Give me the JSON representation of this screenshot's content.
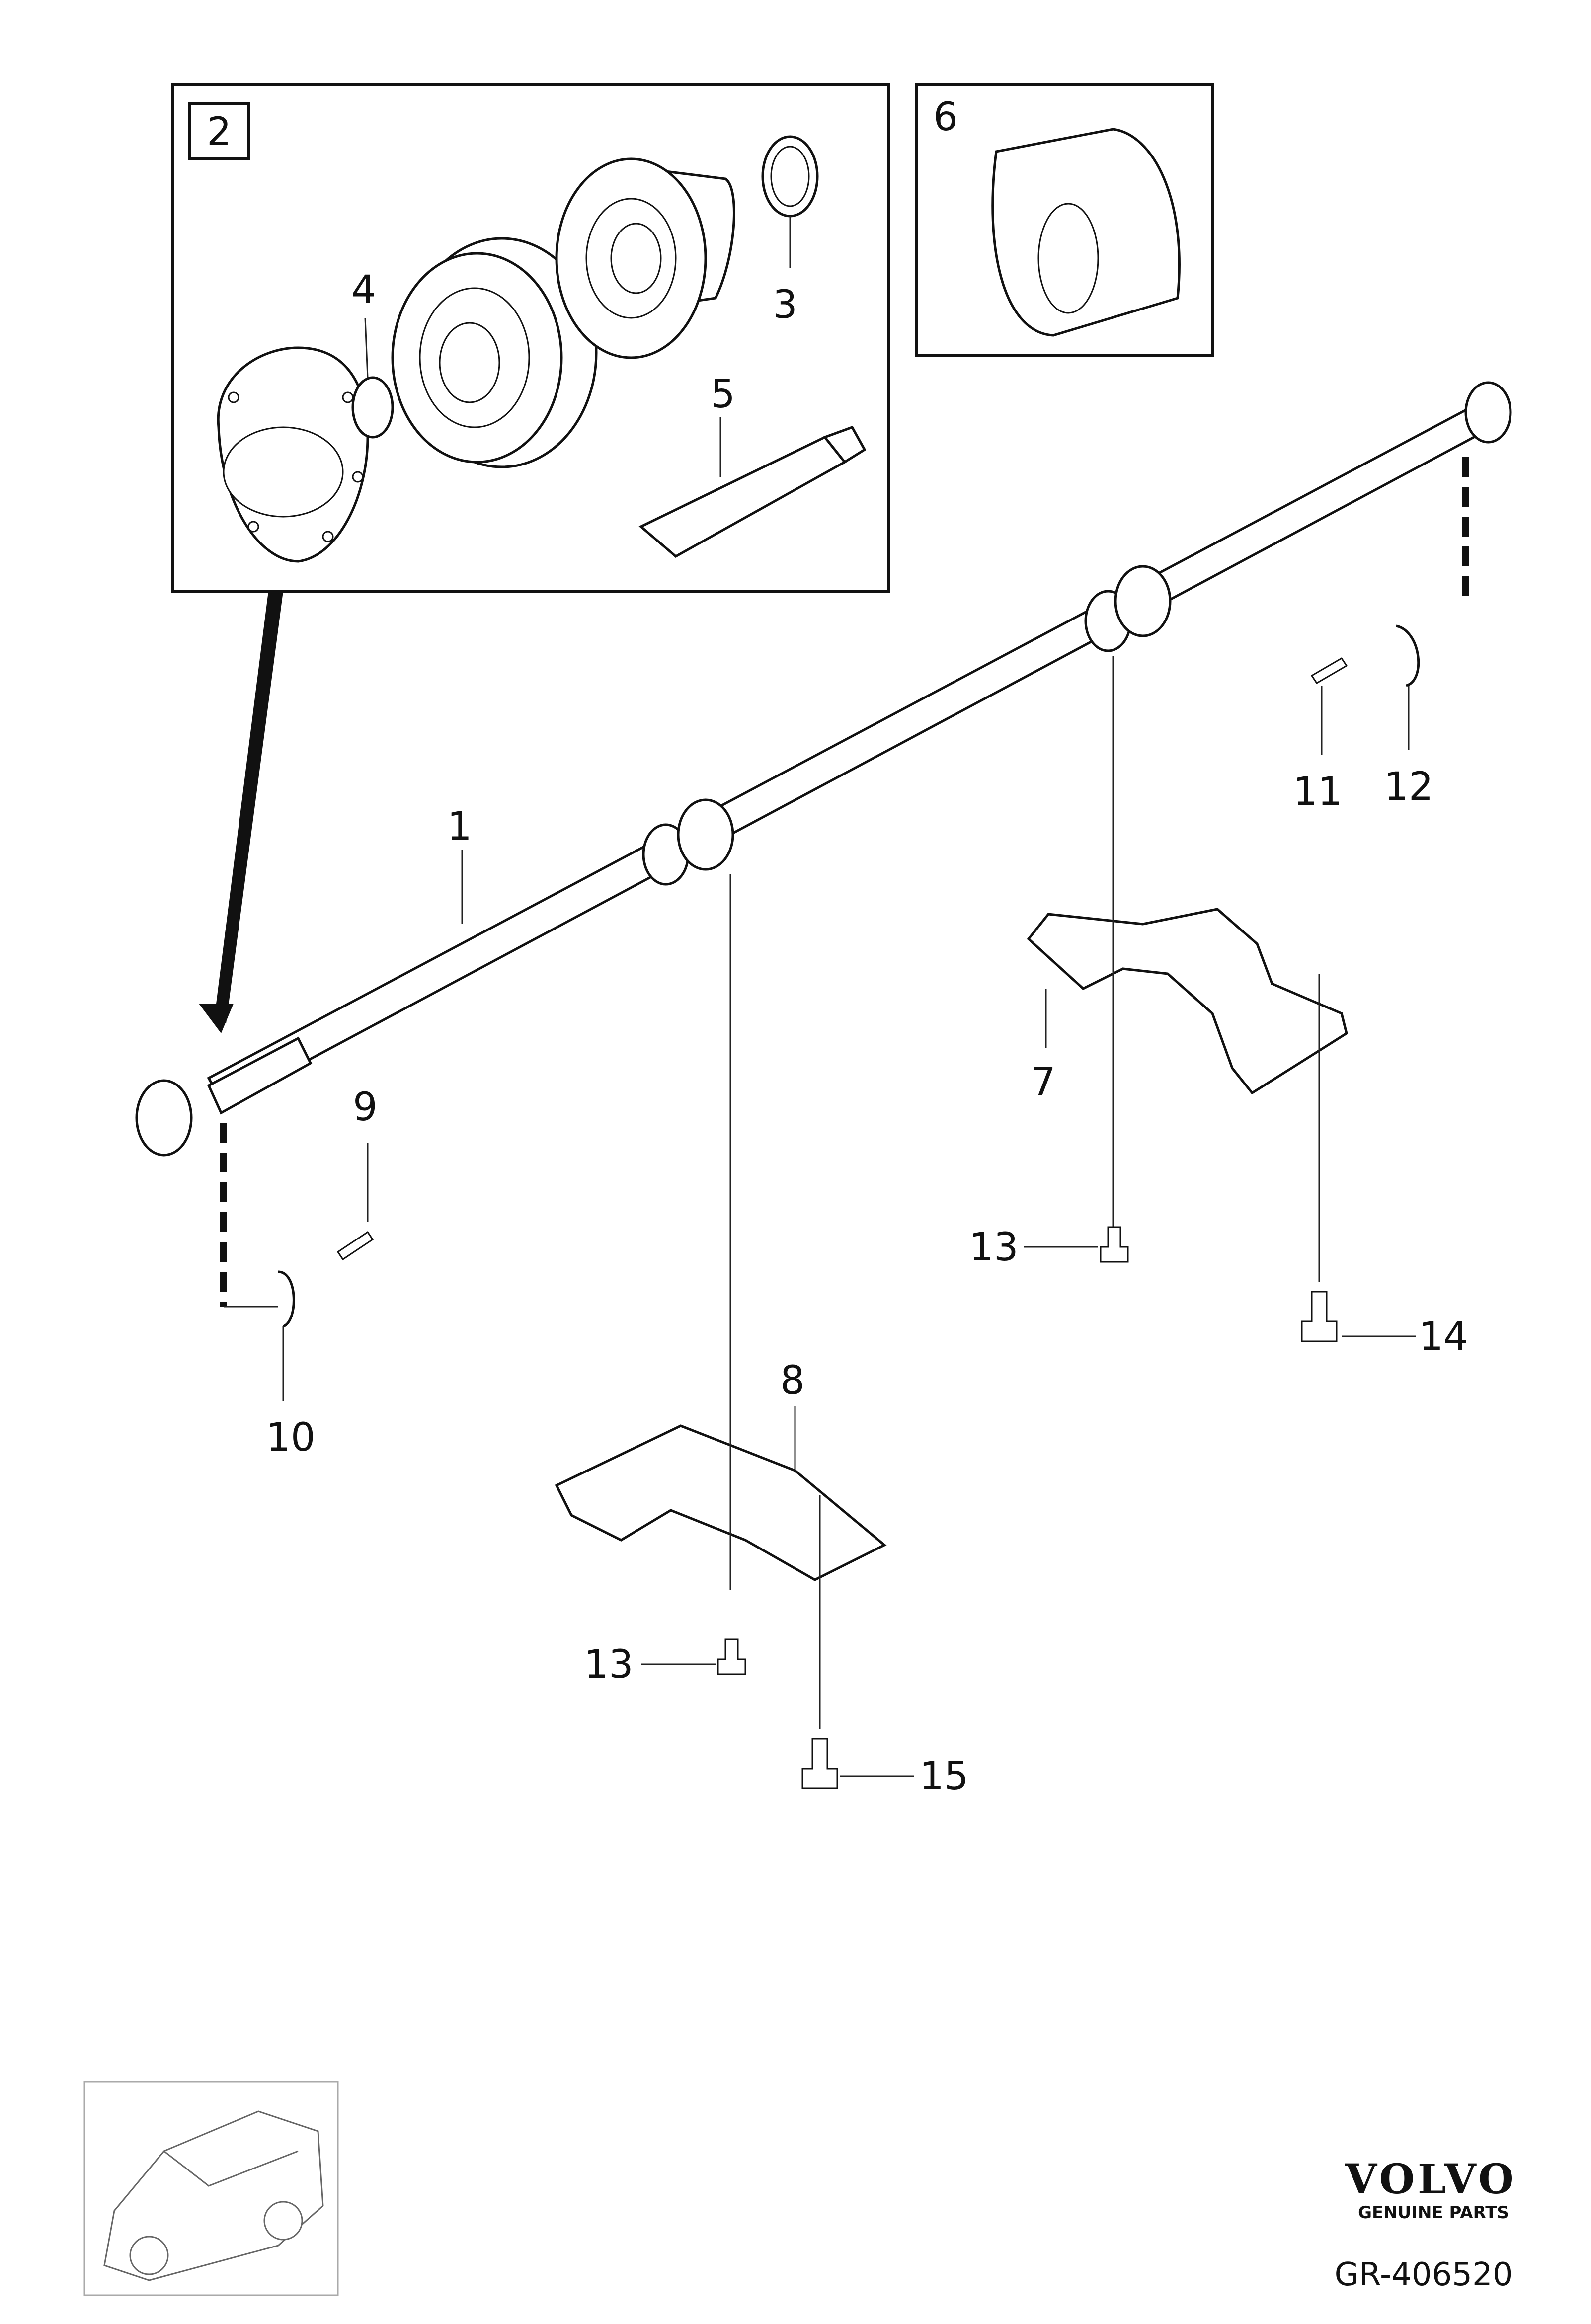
{
  "callouts": {
    "c1": "1",
    "c2": "2",
    "c3": "3",
    "c4": "4",
    "c5": "5",
    "c6": "6",
    "c7": "7",
    "c8": "8",
    "c9": "9",
    "c10": "10",
    "c11": "11",
    "c12": "12",
    "c13a": "13",
    "c13b": "13",
    "c14": "14",
    "c15": "15"
  },
  "brand": {
    "name": "VOLVO",
    "tagline": "GENUINE PARTS"
  },
  "reference": "GR-406520",
  "icons": [
    "vehicle-thumbnail-icon"
  ]
}
